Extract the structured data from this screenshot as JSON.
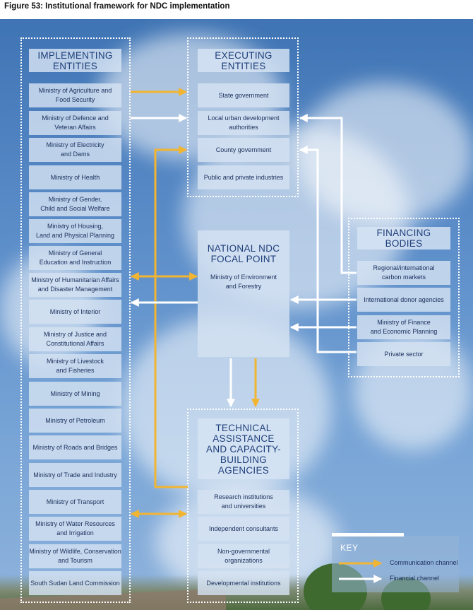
{
  "figure_title": "Figure 53: Institutional framework for NDC implementation",
  "implementing": {
    "title": "IMPLEMENTING\nENTITIES",
    "items": [
      "Ministry of Agriculture and\nFood Security",
      "Ministry of Defence and\nVeteran Affairs",
      "Ministry of Electricity\nand Dams",
      "Ministry of Health",
      "Ministry of Gender,\nChild and Social Welfare",
      "Ministry of Housing,\nLand and Physical Planning",
      "Ministry of General\nEducation and Instruction",
      "Ministry of Humanitarian Affairs\nand Disaster Management",
      "Ministry of Interior",
      "Ministry of Justice and\nConstitutional Affairs",
      "Ministry of Livestock\nand Fisheries",
      "Ministry of Mining",
      "Ministry of Petroleum",
      "Ministry of Roads and Bridges",
      "Ministry of Trade and Industry",
      "Ministry of Transport",
      "Ministry of Water Resources\nand Irrigation",
      "Ministry of Wildlife, Conservation\nand Tourism",
      "South Sudan Land Commission"
    ]
  },
  "executing": {
    "title": "EXECUTING\nENTITIES",
    "items": [
      "State government",
      "Local urban development\nauthorities",
      "County government",
      "Public and private industries"
    ]
  },
  "focal_point": {
    "title": "NATIONAL NDC\nFOCAL POINT",
    "subtitle": "Ministry of Environment\nand Forestry"
  },
  "financing": {
    "title": "FINANCING\nBODIES",
    "items": [
      "Regional/international\ncarbon markets",
      "International donor agencies",
      "Ministry of Finance\nand Economic Planning",
      "Private sector"
    ]
  },
  "technical": {
    "title": "TECHNICAL\nASSISTANCE\nAND CAPACITY-\nBUILDING\nAGENCIES",
    "items": [
      "Research institutions\nand universities",
      "Independent consultants",
      "Non-governmental\norganizations",
      "Developmental institutions"
    ]
  },
  "key": {
    "title": "KEY",
    "communication": "Communication channel",
    "financial": "Financial channel"
  },
  "colors": {
    "communication": "#f2b531",
    "financial": "#ffffff",
    "box_text": "#1a2f5c",
    "header_text": "#1f3f7a"
  }
}
